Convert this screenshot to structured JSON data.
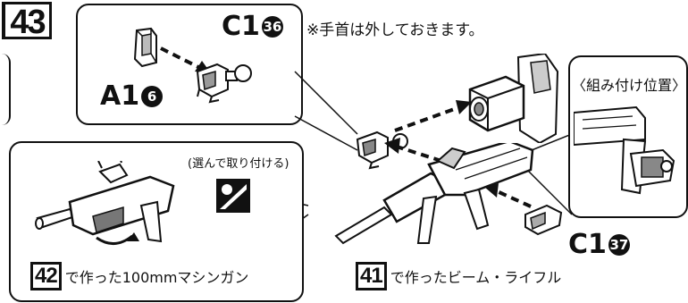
{
  "step": {
    "number": "43"
  },
  "parts": {
    "c1_36": {
      "code": "C1",
      "num": "36"
    },
    "a1_6": {
      "code": "A1",
      "num": "6"
    },
    "c1_37": {
      "code": "C1",
      "num": "37"
    }
  },
  "notes": {
    "hand_removed": "※手首は外しておきます。",
    "choose_attach": "(選んで取り付ける)",
    "assembly_position": "〈組み付け位置〉"
  },
  "references": {
    "gun42": {
      "step": "42",
      "text": "で作った100mmマシンガン"
    },
    "rifle41": {
      "step": "41",
      "text": "で作ったビーム・ライフル"
    }
  },
  "colors": {
    "ink": "#111111",
    "paper": "#ffffff",
    "shade": "#9a9a9a"
  }
}
